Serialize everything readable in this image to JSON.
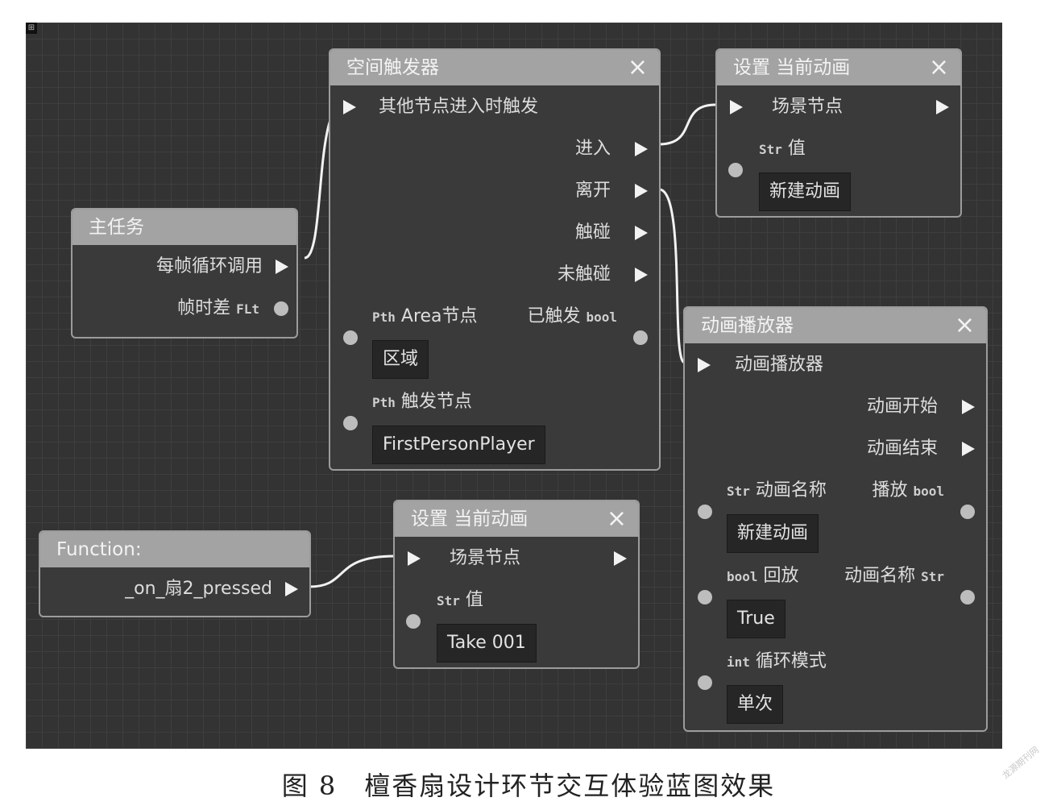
{
  "nodes": {
    "trigger": {
      "title": "空间触发器",
      "event": "其他节点进入时触发",
      "out_enter": "进入",
      "out_leave": "离开",
      "out_touch": "触碰",
      "out_untouch": "未触碰",
      "area_tag": "Pth",
      "area_label": "Area节点",
      "triggered_label": "已触发",
      "triggered_tag": "bool",
      "area_value": "区域",
      "trigger_tag": "Pth",
      "trigger_label": "触发节点",
      "trigger_value": "FirstPersonPlayer"
    },
    "set_anim_top": {
      "title": "设置 当前动画",
      "scene_label": "场景节点",
      "value_tag": "Str",
      "value_label": "值",
      "value": "新建动画"
    },
    "main_task": {
      "title": "主任务",
      "per_frame": "每帧循环调用",
      "delta_label": "帧时差",
      "delta_tag": "FLt"
    },
    "anim_player": {
      "title": "动画播放器",
      "in_label": "动画播放器",
      "out_start": "动画开始",
      "out_end": "动画结束",
      "name_tag": "Str",
      "name_label": "动画名称",
      "play_label": "播放",
      "play_tag": "bool",
      "name_value": "新建动画",
      "replay_tag": "bool",
      "replay_label": "回放",
      "name_out_label": "动画名称",
      "name_out_tag": "Str",
      "replay_value": "True",
      "loop_tag": "int",
      "loop_label": "循环模式",
      "loop_value": "单次"
    },
    "set_anim_bottom": {
      "title": "设置 当前动画",
      "scene_label": "场景节点",
      "value_tag": "Str",
      "value_label": "值",
      "value": "Take 001"
    },
    "function": {
      "title": "Function:",
      "name": "_on_扇2_pressed"
    }
  },
  "icons": {
    "close": "×",
    "corner": "⊞"
  },
  "caption": "图 8　檀香扇设计环节交互体验蓝图效果",
  "watermark": "龙源期刊网"
}
